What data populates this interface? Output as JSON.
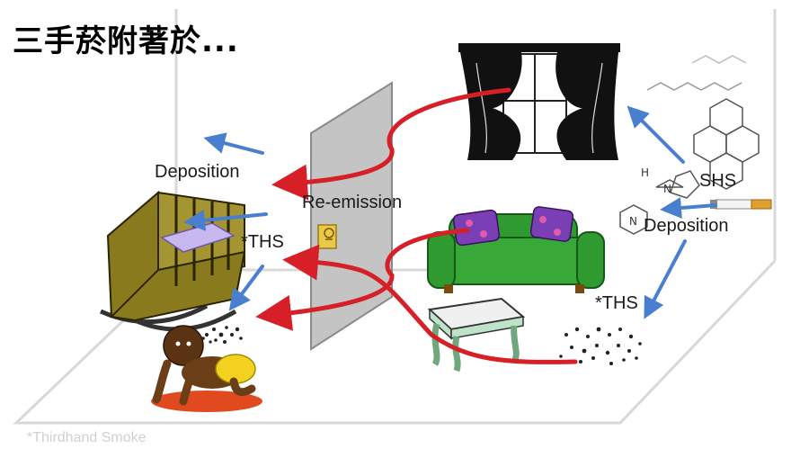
{
  "title": "三手菸附著於...",
  "labels": {
    "deposition_left": "Deposition",
    "re_emission": "Re-emission",
    "ths_left": "*THS",
    "shs": "SHS",
    "deposition_right": "Deposition",
    "ths_right": "*THS"
  },
  "footnote": "*Thirdhand Smoke",
  "colors": {
    "red_arrow": "#d61f26",
    "blue_arrow": "#4a7fd0",
    "sofa": "#2f9a2f",
    "crib": "#8a7a1e",
    "wall": "#bdbdbd"
  }
}
